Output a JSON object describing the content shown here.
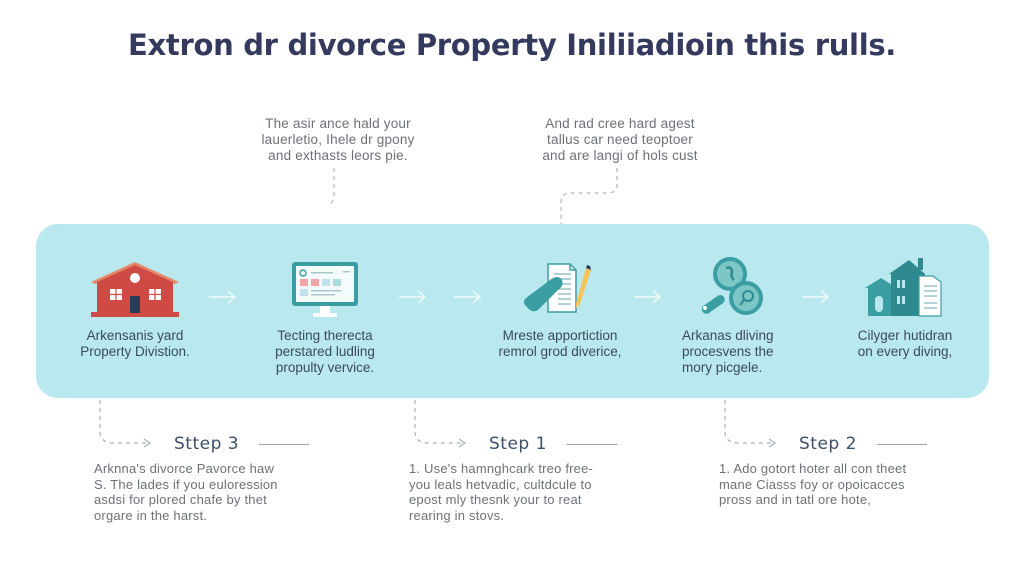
{
  "title": "Extron dr divorce Property Iniliiadioin this rulls.",
  "callouts": [
    {
      "lines": [
        "The asir ance hald your",
        "lauerletio, Ihele dr gpony",
        "and exthasts leors pie."
      ]
    },
    {
      "lines": [
        "And rad cree hard agest",
        "tallus car need teoptoer",
        "and are langi of hols cust"
      ]
    }
  ],
  "band": {
    "color": "#b9e9ee",
    "stages": [
      {
        "icon": "house-icon",
        "lines": [
          "Arkensanis yard",
          "Property Divistion."
        ]
      },
      {
        "icon": "computer-monitor-icon",
        "lines": [
          "Tecting therecta",
          "perstared ludling",
          "propulty vervice."
        ]
      },
      {
        "icon": "document-pencil-icon",
        "lines": [
          "Mreste apportiction",
          "remrol grod diverice,"
        ]
      },
      {
        "icon": "magnifying-glass-icon",
        "lines": [
          "Arkanas dliving",
          "procesvens the",
          "mory picgele."
        ]
      },
      {
        "icon": "building-document-icon",
        "lines": [
          "Cilyger hutidran",
          "on every diving,"
        ]
      }
    ],
    "arrow_glyph": "→"
  },
  "steps": [
    {
      "label": "Sttep 3",
      "lines": [
        "Arknna's divorce Pavorce haw",
        "S. The lades if you euloression",
        "asdsi for plored chafe by thet",
        "orgare in the harst."
      ]
    },
    {
      "label": "Step 1",
      "lines": [
        "1. Use's hamnghcark treo free-",
        "you leals hetvadic, cultdcule to",
        "epost mly thesnk your to reat",
        "rearing in stovs."
      ]
    },
    {
      "label": "Step 2",
      "lines": [
        "1. Ado gotort hoter all con theet",
        "mane Ciasss foy or opoicacces",
        "pross and in tatl ore hote,"
      ]
    }
  ],
  "colors": {
    "title": "#34395e",
    "house_red": "#d04a45",
    "teal": "#3a9ea3",
    "band": "#b9e9ee"
  }
}
